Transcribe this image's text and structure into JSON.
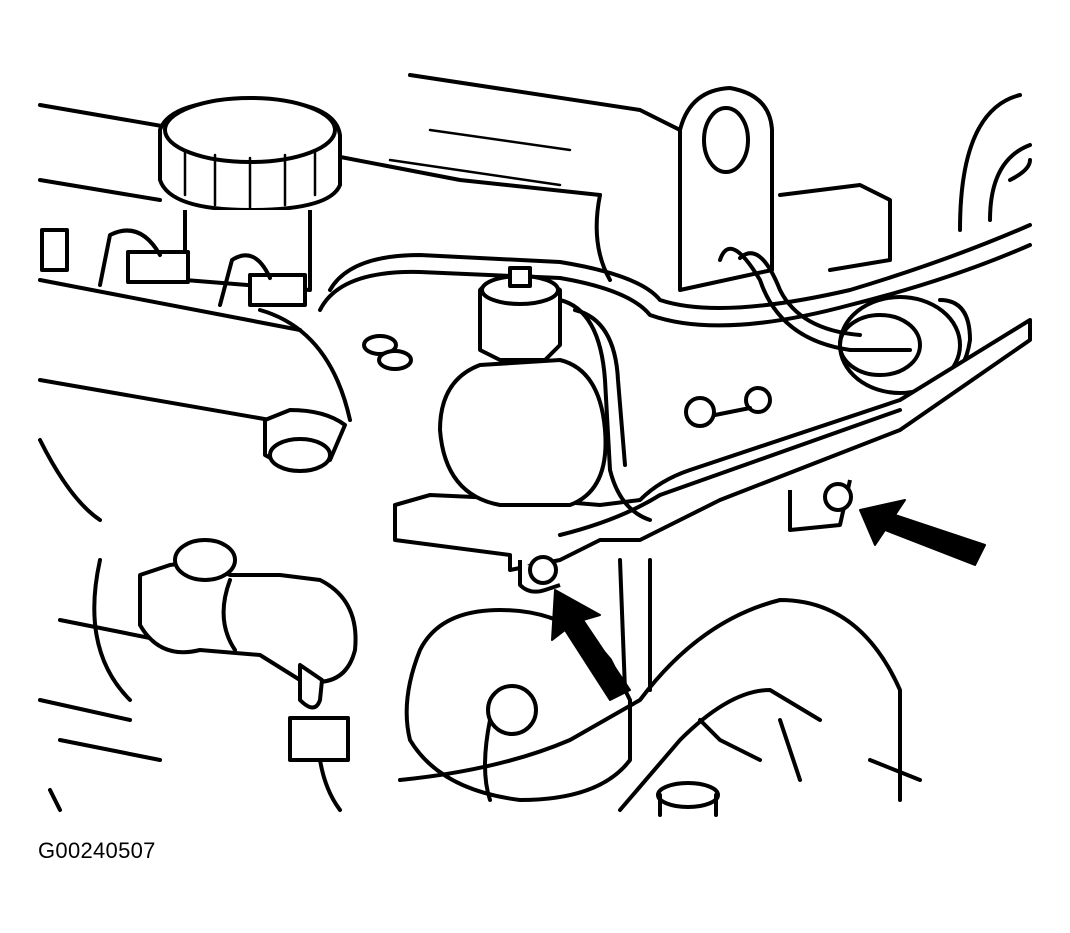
{
  "figure": {
    "id_label": "G00240507",
    "line_color": "#000000",
    "background_color": "#ffffff"
  },
  "callouts": [
    {
      "name": "arrow-upper-right-bolt",
      "points_to": "mounting-bolt-right"
    },
    {
      "name": "arrow-lower-center-bolt",
      "points_to": "mounting-bolt-center"
    }
  ]
}
